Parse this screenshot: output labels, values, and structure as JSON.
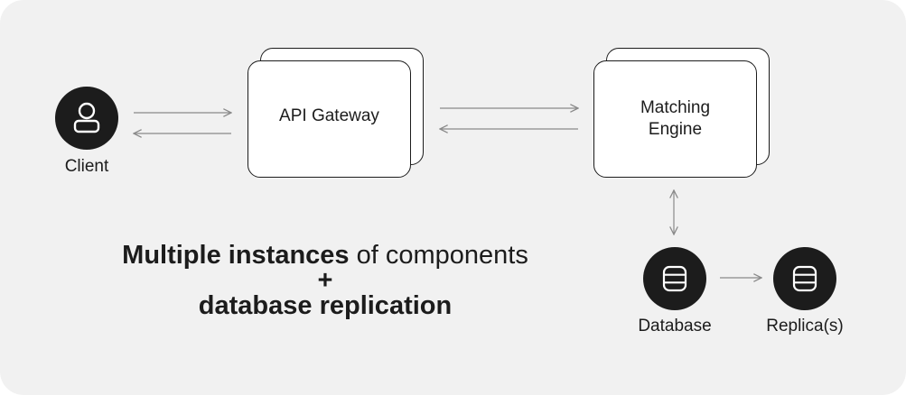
{
  "diagram": {
    "client_label": "Client",
    "gateway_label": "API Gateway",
    "engine_label": "Matching\nEngine",
    "database_label": "Database",
    "replica_label": "Replica(s)",
    "caption": {
      "bold_1": "Multiple instances",
      "regular_1": " of components",
      "plus": "+",
      "bold_2": "database replication"
    },
    "icons": {
      "client": "user-icon",
      "database": "database-icon",
      "replica": "database-icon"
    },
    "colors": {
      "background": "#f1f1f1",
      "node_fill": "#1c1c1c",
      "box_fill": "#ffffff",
      "arrow": "#8a8a8a"
    }
  }
}
